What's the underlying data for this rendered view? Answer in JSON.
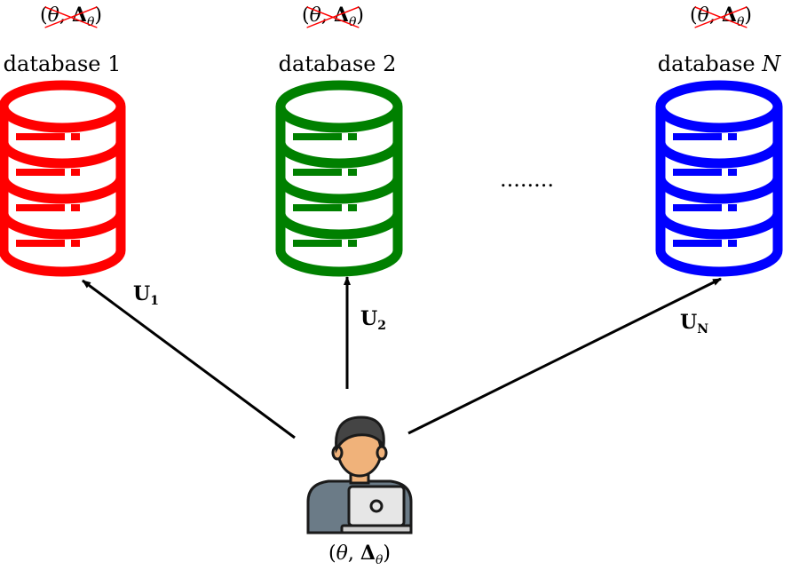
{
  "databases": [
    {
      "label": "database 1",
      "color": "#ff0000",
      "tuple_crossed": true
    },
    {
      "label": "database 2",
      "color": "#008000",
      "tuple_crossed": true
    },
    {
      "label_prefix": "database",
      "label_var": "N",
      "color": "#0000ff",
      "tuple_crossed": true
    }
  ],
  "tuple": {
    "open": "(",
    "theta": "θ",
    "comma": ", ",
    "delta": "Δ",
    "delta_sub": "θ",
    "close": ")"
  },
  "ellipsis": "........",
  "arrows": [
    {
      "name": "U",
      "sub": "1"
    },
    {
      "name": "U",
      "sub": "2"
    },
    {
      "name": "U",
      "sub": "N"
    }
  ],
  "user": {
    "icon": "user-laptop-icon"
  },
  "cross_color": "#ff0000"
}
